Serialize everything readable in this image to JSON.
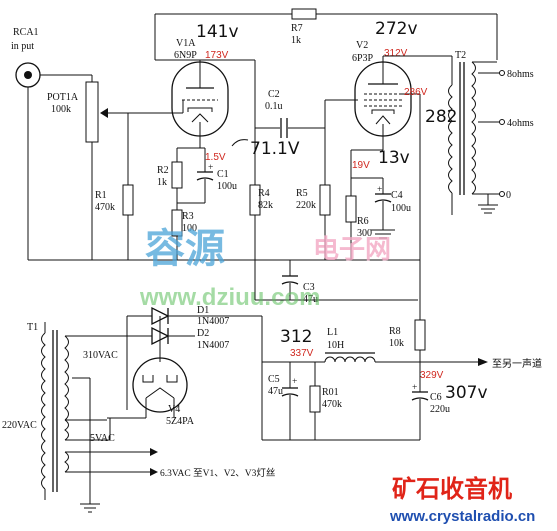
{
  "input": {
    "ref": "RCA1",
    "label": "in put"
  },
  "pot": {
    "ref": "POT1A",
    "value": "100k"
  },
  "r1": {
    "ref": "R1",
    "value": "470k"
  },
  "v1a": {
    "ref": "V1A",
    "type": "6N9P",
    "plate_voltage": "173V",
    "cathode_voltage": "1.5V"
  },
  "r2": {
    "ref": "R2",
    "value": "1k"
  },
  "c1": {
    "ref": "C1",
    "value": "100u"
  },
  "r3": {
    "ref": "R3",
    "value": "100"
  },
  "r4": {
    "ref": "R4",
    "value": "82k"
  },
  "c2": {
    "ref": "C2",
    "value": "0.1u"
  },
  "r5": {
    "ref": "R5",
    "value": "220k"
  },
  "r7": {
    "ref": "R7",
    "value": "1k"
  },
  "v2": {
    "ref": "V2",
    "type": "6P3P",
    "plate_voltage": "312V",
    "screen_voltage": "286V",
    "cathode_voltage": "19V"
  },
  "r6": {
    "ref": "R6",
    "value": "300"
  },
  "c4": {
    "ref": "C4",
    "value": "100u"
  },
  "t2": {
    "ref": "T2",
    "tap_8": "8ohms",
    "tap_4": "4ohms",
    "tap_0": "0"
  },
  "c3": {
    "ref": "C3",
    "value": "47u"
  },
  "r8": {
    "ref": "R8",
    "value": "10k"
  },
  "t1": {
    "ref": "T1",
    "primary": "220VAC",
    "hv": "310VAC",
    "rect_fil": "5VAC",
    "heater": "6.3VAC 至V1、V2、V3灯丝"
  },
  "d1": {
    "ref": "D1",
    "type": "1N4007"
  },
  "d2": {
    "ref": "D2",
    "type": "1N4007"
  },
  "v4": {
    "ref": "V4",
    "type": "5Z4PA"
  },
  "l1": {
    "ref": "L1",
    "value": "10H"
  },
  "c5": {
    "ref": "C5",
    "value": "47u"
  },
  "r01": {
    "ref": "R01",
    "value": "470k"
  },
  "c6": {
    "ref": "C6",
    "value": "220u"
  },
  "supply": {
    "v_in": "337V",
    "v_out": "329V",
    "out_label": "至另一声道"
  },
  "handwritten": {
    "h1": "141v",
    "h2": "272v",
    "h3": "71.1V",
    "h4": "13v",
    "h5": "282",
    "h6": "312",
    "h7": "307v"
  },
  "watermark": {
    "cn": "容源",
    "cn2": "电子网",
    "url": "www.dziuu.com"
  },
  "brand": {
    "name": "矿石收音机",
    "url": "www.crystalradio.cn"
  }
}
